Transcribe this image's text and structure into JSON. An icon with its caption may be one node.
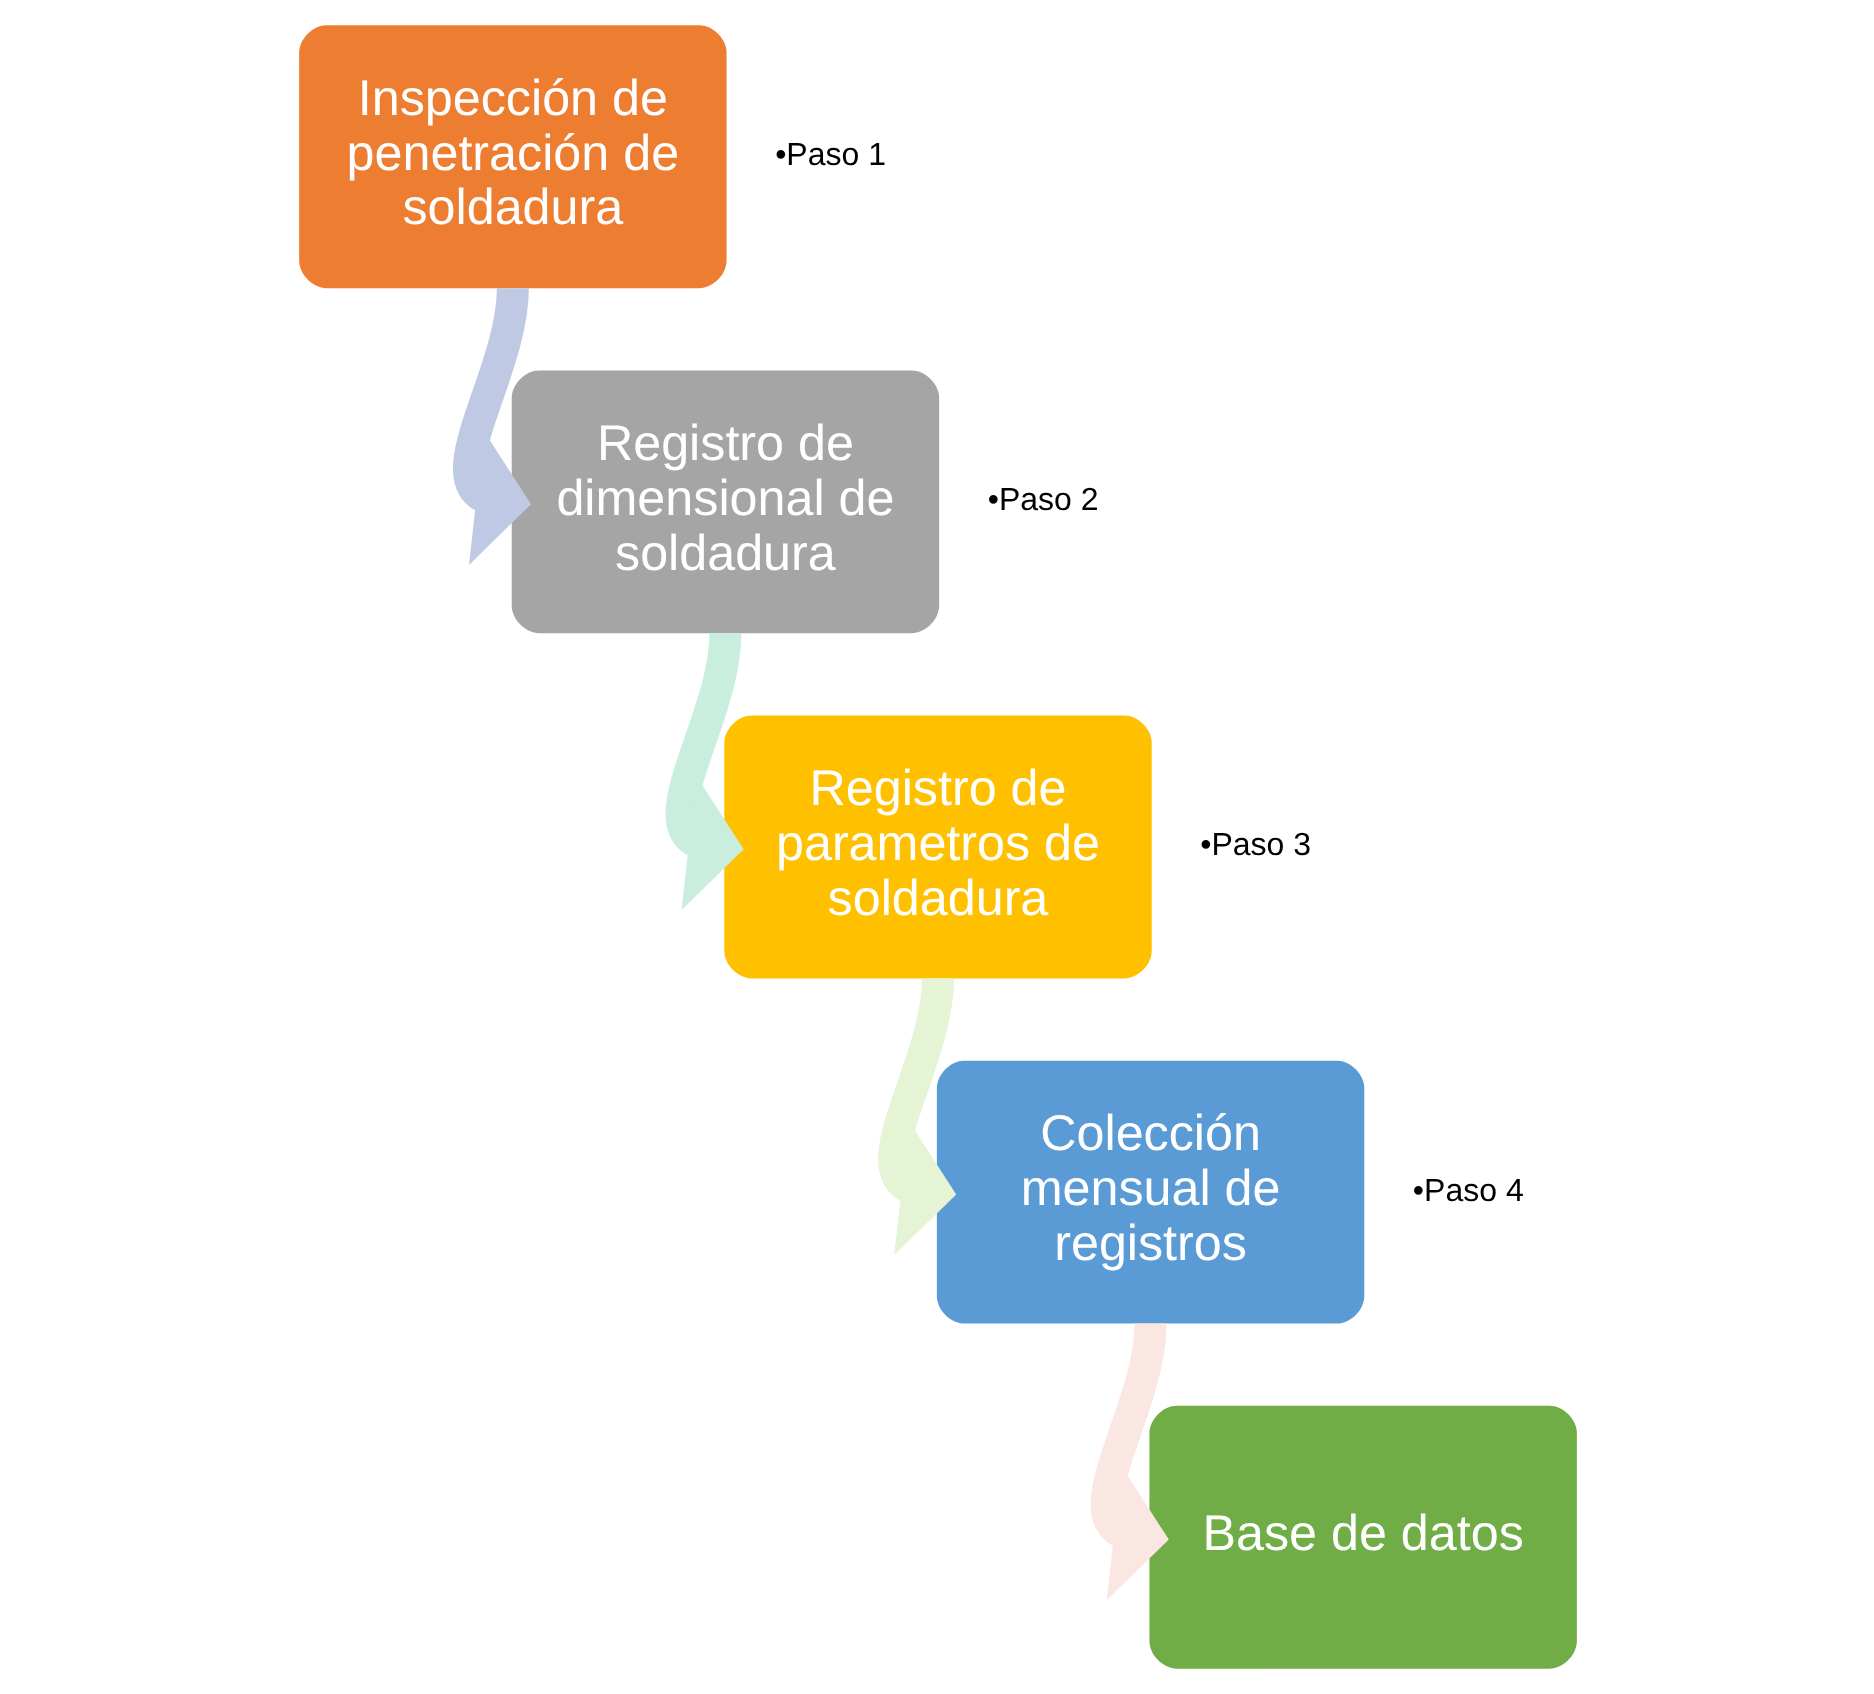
{
  "diagram": {
    "nodes": [
      {
        "text": [
          "Inspección de penetración de soldadura"
        ],
        "beside": [
          "•Paso 1"
        ]
      },
      {
        "text": [
          "Registro de dimensional de soldadura"
        ],
        "beside": [
          "•Paso 2"
        ]
      },
      {
        "text": [
          "Registro de parametros de soldadura"
        ],
        "beside": [
          "•Paso 3"
        ]
      },
      {
        "text": [
          "Colección mensual de registros"
        ],
        "beside": [
          "•Paso 4"
        ]
      },
      {
        "text": [
          "Base de datos"
        ]
      }
    ],
    "edges": [
      {
        "from": 0,
        "to": 1,
        "arrow": "to",
        "color": "#c0c9e4"
      },
      {
        "from": 1,
        "to": 2,
        "arrow": "to",
        "color": "#c9eedd"
      },
      {
        "from": 2,
        "to": 3,
        "arrow": "to",
        "color": "#e6f4d6"
      },
      {
        "from": 3,
        "to": 4,
        "arrow": "to",
        "color": "#fbe7e1"
      }
    ]
  }
}
